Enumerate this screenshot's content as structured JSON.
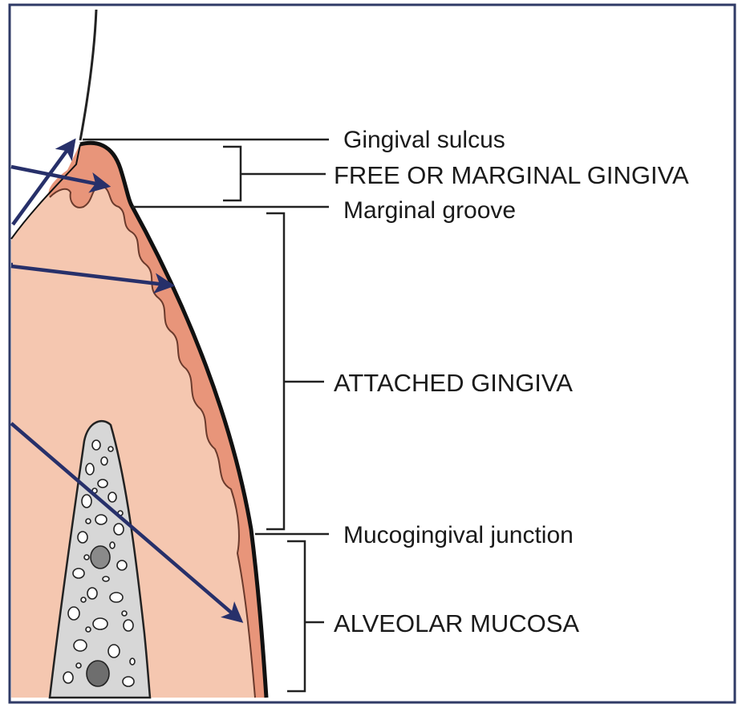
{
  "labels": {
    "gingival_sulcus": "Gingival sulcus",
    "free_gingiva": "FREE OR MARGINAL GINGIVA",
    "marginal_groove": "Marginal groove",
    "attached_gingiva": "ATTACHED GINGIVA",
    "mucogingival_junction": "Mucogingival junction",
    "alveolar_mucosa": "ALVEOLAR MUCOSA"
  },
  "colors": {
    "frame_border": "#2f3a66",
    "gingiva_epithelium": "#e8957a",
    "gingiva_tissue": "#f5c7b0",
    "bone": "#d7d7d7",
    "arrow": "#27306a",
    "line": "#222222"
  }
}
